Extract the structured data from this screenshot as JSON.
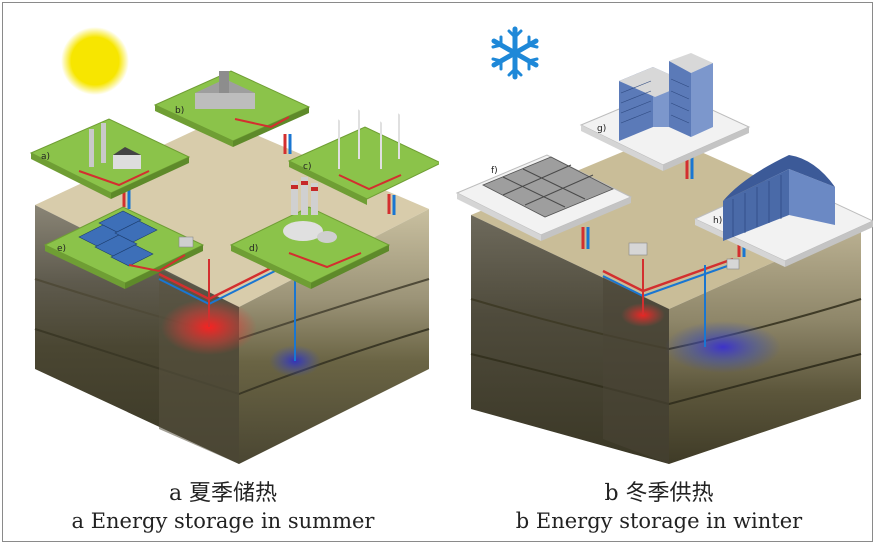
{
  "panels": [
    {
      "id": "a",
      "caption_cn": "a 夏季储热",
      "caption_en": "a Energy storage in summer",
      "platform_labels": [
        "a)",
        "b)",
        "c)",
        "d)",
        "e)"
      ]
    },
    {
      "id": "b",
      "caption_cn": "b 冬季供热",
      "caption_en": "b Energy storage in winter",
      "platform_labels": [
        "f)",
        "g)",
        "h)"
      ]
    }
  ],
  "icons": {
    "summer": "sun-icon",
    "winter": "snowflake-icon"
  },
  "colors": {
    "sun": "#f7e600",
    "snowflake": "#1e88d8",
    "platform_green": "#8bc34a",
    "platform_white": "#f2f2f2",
    "hot_zone": "#e53935",
    "cold_zone": "#3f51b5",
    "pipe_red": "#d32f2f",
    "pipe_blue": "#1976d2",
    "soil_top": "#d8ccab",
    "soil_mid": "#7c7561",
    "soil_deep": "#4a4632"
  }
}
